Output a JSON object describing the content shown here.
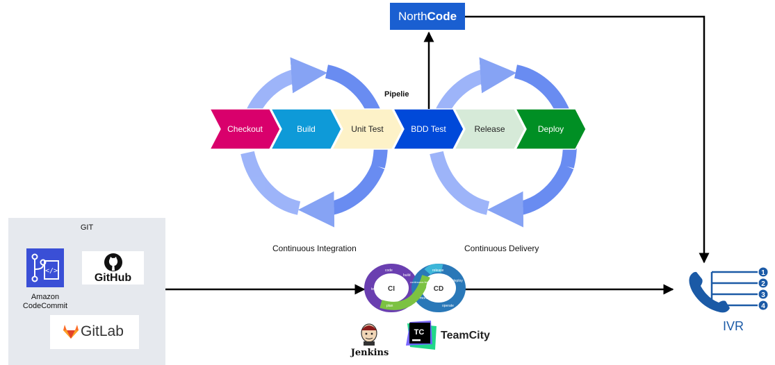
{
  "northcode": {
    "part1": "North",
    "part2": "Code"
  },
  "pipeline": {
    "label": "Pipelie",
    "stages": [
      {
        "label": "Checkout",
        "color": "#d9006c",
        "text_color": "#ffffff"
      },
      {
        "label": "Build",
        "color": "#0e9ad8",
        "text_color": "#ffffff"
      },
      {
        "label": "Unit Test",
        "color": "#fdf2c8",
        "text_color": "#222222"
      },
      {
        "label": "BDD Test",
        "color": "#0049d9",
        "text_color": "#ffffff"
      },
      {
        "label": "Release",
        "color": "#d6ead8",
        "text_color": "#222222"
      },
      {
        "label": "Deploy",
        "color": "#008f24",
        "text_color": "#ffffff"
      }
    ]
  },
  "loops": {
    "ci_label": "Continuous Integration",
    "cd_label": "Continuous Delivery",
    "color": "#7193f3"
  },
  "git": {
    "title": "GIT",
    "codecommit_label_1": "Amazon",
    "codecommit_label_2": "CodeCommit",
    "github_label": "GitHub",
    "gitlab_label": "GitLab"
  },
  "cicd_logo": {
    "left": "CI",
    "right": "CD",
    "ring_words": [
      "code",
      "build",
      "test",
      "plan",
      "release",
      "deploy",
      "operate",
      "monitor",
      "continuous feedback"
    ]
  },
  "tools": {
    "jenkins_label": "Jenkins",
    "teamcity_label": "TeamCity",
    "tc_badge": "TC"
  },
  "ivr": {
    "label": "IVR",
    "menu": [
      "1",
      "2",
      "3",
      "4"
    ],
    "color": "#1b5aa6"
  },
  "colors": {
    "arrow": "#000000",
    "git_panel": "#e6e9ee"
  }
}
